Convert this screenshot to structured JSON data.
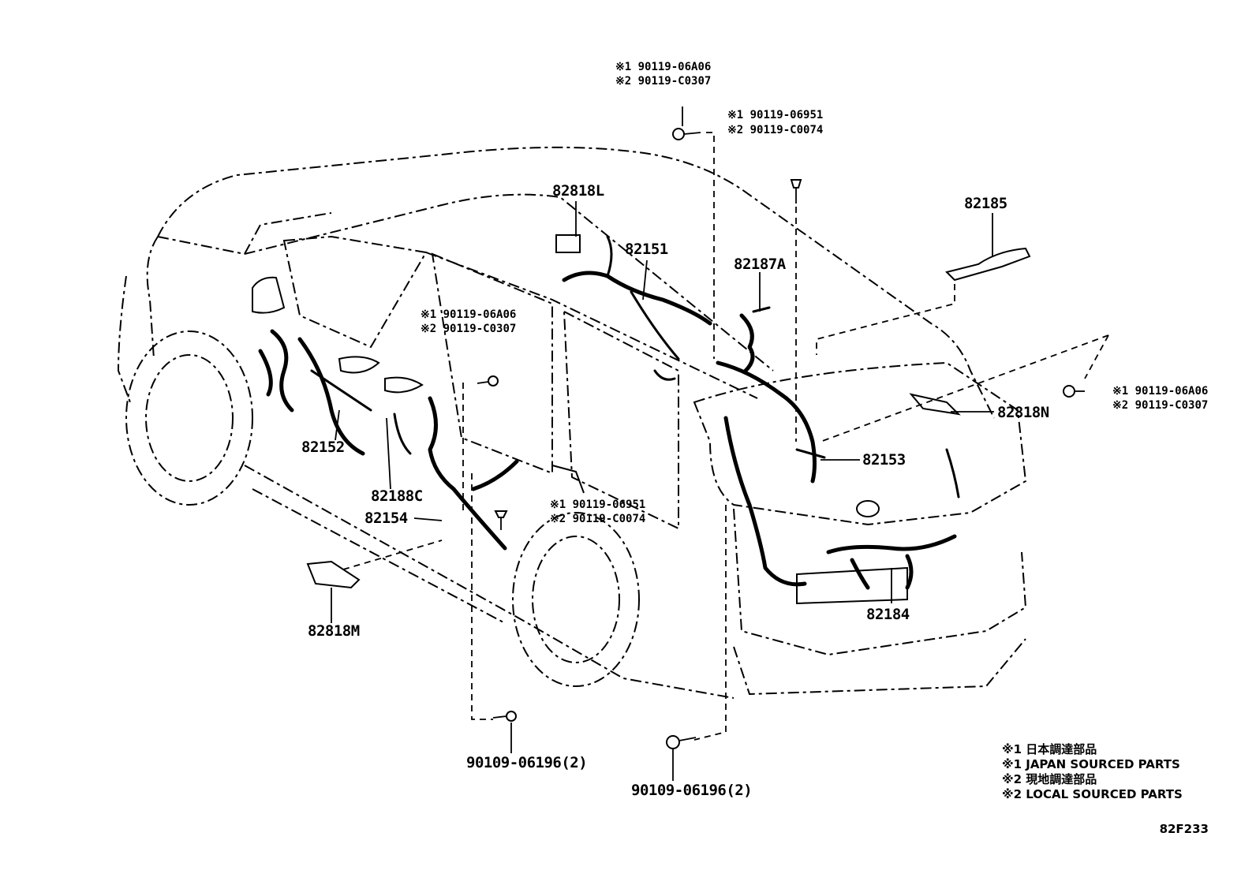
{
  "labels": {
    "p82818L": "82818L",
    "p82151": "82151",
    "p82187A": "82187A",
    "p82185": "82185",
    "p82818N": "82818N",
    "p82153": "82153",
    "p82152": "82152",
    "p82188C": "82188C",
    "p82154": "82154",
    "p82818M": "82818M",
    "p82184": "82184",
    "bolt_bottom_left": "90109-06196(2)",
    "bolt_bottom_center": "90109-06196(2)"
  },
  "refs": {
    "top1_a": "※1 90119-06A06",
    "top1_b": "※2 90119-C0307",
    "top2_a": "※1 90119-06951",
    "top2_b": "※2 90119-C0074",
    "mid1_a": "※1 90119-06A06",
    "mid1_b": "※2 90119-C0307",
    "mid2_a": "※1 90119-06951",
    "mid2_b": "※2 90119-C0074",
    "right_a": "※1 90119-06A06",
    "right_b": "※2 90119-C0307"
  },
  "legend": {
    "line1": "※1 日本調達部品",
    "line2": "※1 JAPAN SOURCED PARTS",
    "line3": "※2 現地調達部品",
    "line4": "※2 LOCAL SOURCED PARTS"
  },
  "diagram_code": "82F233"
}
